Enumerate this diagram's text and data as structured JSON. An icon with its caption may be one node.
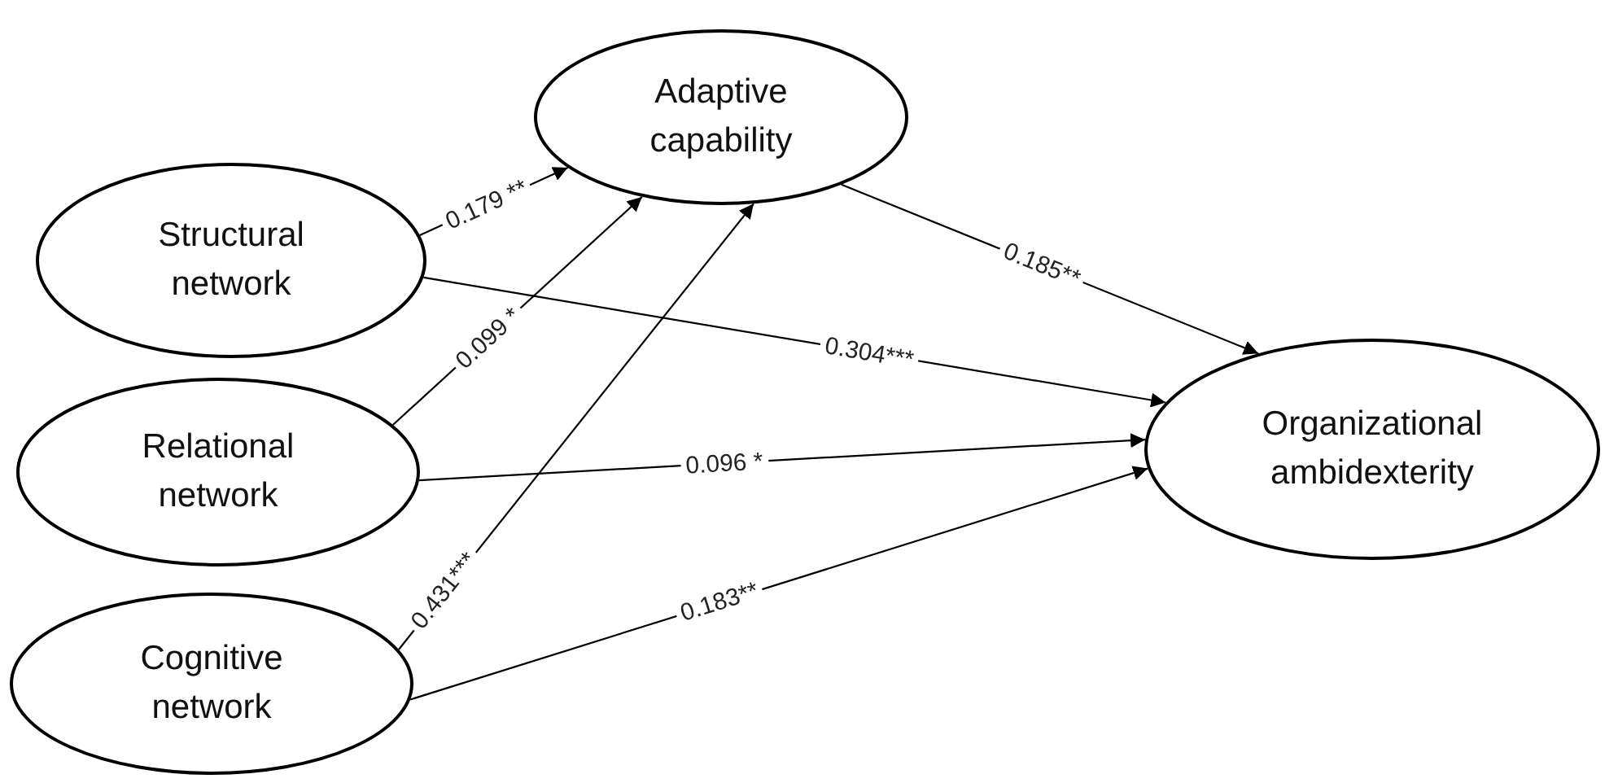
{
  "diagram": {
    "nodes": [
      {
        "text": [
          "Structural network"
        ]
      },
      {
        "text": [
          "Relational network"
        ]
      },
      {
        "text": [
          "Cognitive network"
        ]
      },
      {
        "text": [
          "Adaptive capability"
        ]
      },
      {
        "text": [
          "Organizational ambidexterity"
        ]
      }
    ],
    "edges": [
      {
        "from": 0,
        "to": 3,
        "arrow": "to",
        "label": "0.179 **"
      },
      {
        "from": 1,
        "to": 3,
        "arrow": "to",
        "label": "0.099 *"
      },
      {
        "from": 2,
        "to": 3,
        "arrow": "to",
        "label": "0.431***"
      },
      {
        "from": 3,
        "to": 4,
        "arrow": "to",
        "label": "0.185**"
      },
      {
        "from": 0,
        "to": 4,
        "arrow": "to",
        "label": "0.304***"
      },
      {
        "from": 1,
        "to": 4,
        "arrow": "to",
        "label": "0.096 *"
      },
      {
        "from": 2,
        "to": 4,
        "arrow": "to",
        "label": "0.183**"
      }
    ]
  }
}
